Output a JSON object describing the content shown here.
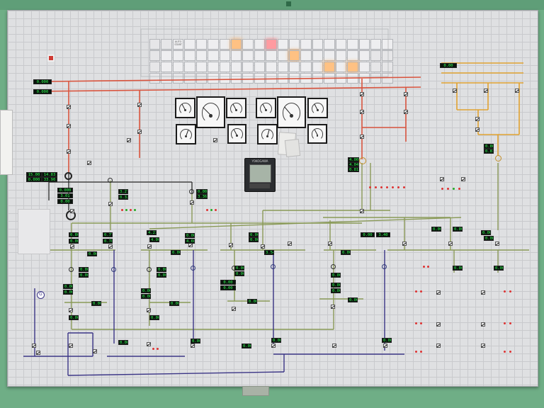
{
  "annunciator": {
    "rows": [
      [
        {
          "text": "",
          "state": "blank"
        },
        {
          "text": "",
          "state": "blank"
        },
        {
          "text": "AUTO START",
          "state": "off"
        },
        {
          "text": "",
          "state": "off"
        },
        {
          "text": "",
          "state": "off"
        },
        {
          "text": "",
          "state": "off"
        },
        {
          "text": "",
          "state": "off"
        },
        {
          "text": "",
          "state": "orange"
        },
        {
          "text": "",
          "state": "off"
        },
        {
          "text": "",
          "state": "off"
        },
        {
          "text": "",
          "state": "red"
        },
        {
          "text": "",
          "state": "off"
        },
        {
          "text": "",
          "state": "off"
        },
        {
          "text": "",
          "state": "off"
        },
        {
          "text": "",
          "state": "off"
        },
        {
          "text": "",
          "state": "off"
        },
        {
          "text": "",
          "state": "off"
        },
        {
          "text": "",
          "state": "off"
        },
        {
          "text": "",
          "state": "off"
        },
        {
          "text": "",
          "state": "off"
        },
        {
          "text": "",
          "state": "off"
        }
      ],
      [
        {
          "text": "",
          "state": "blank"
        },
        {
          "text": "",
          "state": "off"
        },
        {
          "text": "",
          "state": "off"
        },
        {
          "text": "",
          "state": "off"
        },
        {
          "text": "",
          "state": "off"
        },
        {
          "text": "",
          "state": "off"
        },
        {
          "text": "",
          "state": "off"
        },
        {
          "text": "",
          "state": "off"
        },
        {
          "text": "",
          "state": "off"
        },
        {
          "text": "",
          "state": "off"
        },
        {
          "text": "",
          "state": "off"
        },
        {
          "text": "",
          "state": "off"
        },
        {
          "text": "",
          "state": "orange"
        },
        {
          "text": "",
          "state": "off"
        },
        {
          "text": "",
          "state": "off"
        },
        {
          "text": "",
          "state": "off"
        },
        {
          "text": "",
          "state": "off"
        },
        {
          "text": "",
          "state": "off"
        },
        {
          "text": "",
          "state": "off"
        },
        {
          "text": "",
          "state": "blank"
        },
        {
          "text": "",
          "state": "blank"
        }
      ],
      [
        {
          "text": "",
          "state": "blank"
        },
        {
          "text": "",
          "state": "off"
        },
        {
          "text": "",
          "state": "off"
        },
        {
          "text": "",
          "state": "off"
        },
        {
          "text": "",
          "state": "off"
        },
        {
          "text": "",
          "state": "off"
        },
        {
          "text": "",
          "state": "off"
        },
        {
          "text": "",
          "state": "off"
        },
        {
          "text": "",
          "state": "off"
        },
        {
          "text": "",
          "state": "off"
        },
        {
          "text": "",
          "state": "off"
        },
        {
          "text": "",
          "state": "off"
        },
        {
          "text": "",
          "state": "off"
        },
        {
          "text": "",
          "state": "off"
        },
        {
          "text": "",
          "state": "off"
        },
        {
          "text": "",
          "state": "orange"
        },
        {
          "text": "",
          "state": "off"
        },
        {
          "text": "",
          "state": "orange"
        },
        {
          "text": "",
          "state": "off"
        },
        {
          "text": "",
          "state": "blank"
        },
        {
          "text": "",
          "state": "blank"
        }
      ],
      [
        {
          "text": "",
          "state": "blank"
        },
        {
          "text": "",
          "state": "blank"
        },
        {
          "text": "",
          "state": "blank"
        },
        {
          "text": "",
          "state": "blank"
        },
        {
          "text": "",
          "state": "blank"
        },
        {
          "text": "",
          "state": "off"
        },
        {
          "text": "",
          "state": "off"
        },
        {
          "text": "",
          "state": "off"
        },
        {
          "text": "",
          "state": "off"
        },
        {
          "text": "",
          "state": "off"
        },
        {
          "text": "",
          "state": "off"
        },
        {
          "text": "",
          "state": "off"
        },
        {
          "text": "",
          "state": "off"
        },
        {
          "text": "",
          "state": "off"
        },
        {
          "text": "",
          "state": "off"
        },
        {
          "text": "",
          "state": "off"
        },
        {
          "text": "",
          "state": "off"
        },
        {
          "text": "",
          "state": "off"
        },
        {
          "text": "",
          "state": "off"
        },
        {
          "text": "",
          "state": "blank"
        },
        {
          "text": "",
          "state": "blank"
        }
      ]
    ]
  },
  "colors": {
    "wall": "#6fae86",
    "panel": "#dfe0e2",
    "line_red": "#d9553f",
    "line_gold": "#e0a231",
    "line_olive": "#8a9a58",
    "line_navy": "#3b3586",
    "line_black": "#2a2a2a",
    "display_text": "#33ff55",
    "annunciator_orange": "#ffc183",
    "annunciator_red": "#ff9aa0"
  },
  "icons": {
    "breaker": "breaker-switch-icon",
    "transformer": "transformer-icon",
    "generator": "generator-icon",
    "meter": "analog-meter-icon",
    "recorder": "chart-recorder-icon",
    "lamp": "indicator-lamp-icon"
  },
  "recorder": {
    "brand": "YOKOGAWA"
  },
  "readings": [
    {
      "text": "0.000"
    },
    {
      "text": "0.000"
    },
    {
      "text": "15.00"
    },
    {
      "text": "14.83"
    },
    {
      "text": "0.000"
    },
    {
      "text": "33.90"
    },
    {
      "text": "0.000"
    },
    {
      "text": "3.01"
    },
    {
      "text": "0.00"
    },
    {
      "text": "3.27"
    },
    {
      "text": "0.32"
    },
    {
      "text": "0.00"
    },
    {
      "text": "3.36"
    },
    {
      "text": "4.00"
    },
    {
      "text": "4.04"
    },
    {
      "text": "0.81"
    },
    {
      "text": "0.80"
    },
    {
      "text": "0.81"
    },
    {
      "text": "0.00"
    },
    {
      "text": "0.80"
    },
    {
      "text": "0.00"
    },
    {
      "text": "0.77"
    },
    {
      "text": "0.78"
    },
    {
      "text": "4.23"
    },
    {
      "text": "4.00"
    },
    {
      "text": "0.00"
    },
    {
      "text": "4.60"
    },
    {
      "text": "0.00"
    },
    {
      "text": "0.00"
    },
    {
      "text": "0.00"
    },
    {
      "text": "0.00"
    },
    {
      "text": "0.00"
    },
    {
      "text": "0.00"
    },
    {
      "text": "3.54"
    },
    {
      "text": "0.00"
    },
    {
      "text": "3.40"
    },
    {
      "text": "0.00"
    },
    {
      "text": "0.00"
    },
    {
      "text": "0.00"
    },
    {
      "text": "0.00"
    },
    {
      "text": "0.00"
    },
    {
      "text": "0.00"
    },
    {
      "text": "0.00"
    },
    {
      "text": "0.00"
    },
    {
      "text": "0.00"
    },
    {
      "text": "0.00"
    },
    {
      "text": "0.00"
    },
    {
      "text": "0.00"
    },
    {
      "text": "0.00"
    },
    {
      "text": "0.00"
    },
    {
      "text": "0.00"
    },
    {
      "text": "0.00"
    },
    {
      "text": "0.00"
    },
    {
      "text": "0.00"
    },
    {
      "text": "0.00"
    },
    {
      "text": "0.00"
    },
    {
      "text": "0.00"
    },
    {
      "text": "0.00"
    },
    {
      "text": "0.00"
    },
    {
      "text": "0.00"
    },
    {
      "text": "0.00"
    },
    {
      "text": "0.00"
    },
    {
      "text": "0.00"
    },
    {
      "text": "0.00"
    },
    {
      "text": "0.00"
    },
    {
      "text": "0.00"
    },
    {
      "text": "0.00"
    },
    {
      "text": "0.00"
    },
    {
      "text": "0.00"
    }
  ]
}
